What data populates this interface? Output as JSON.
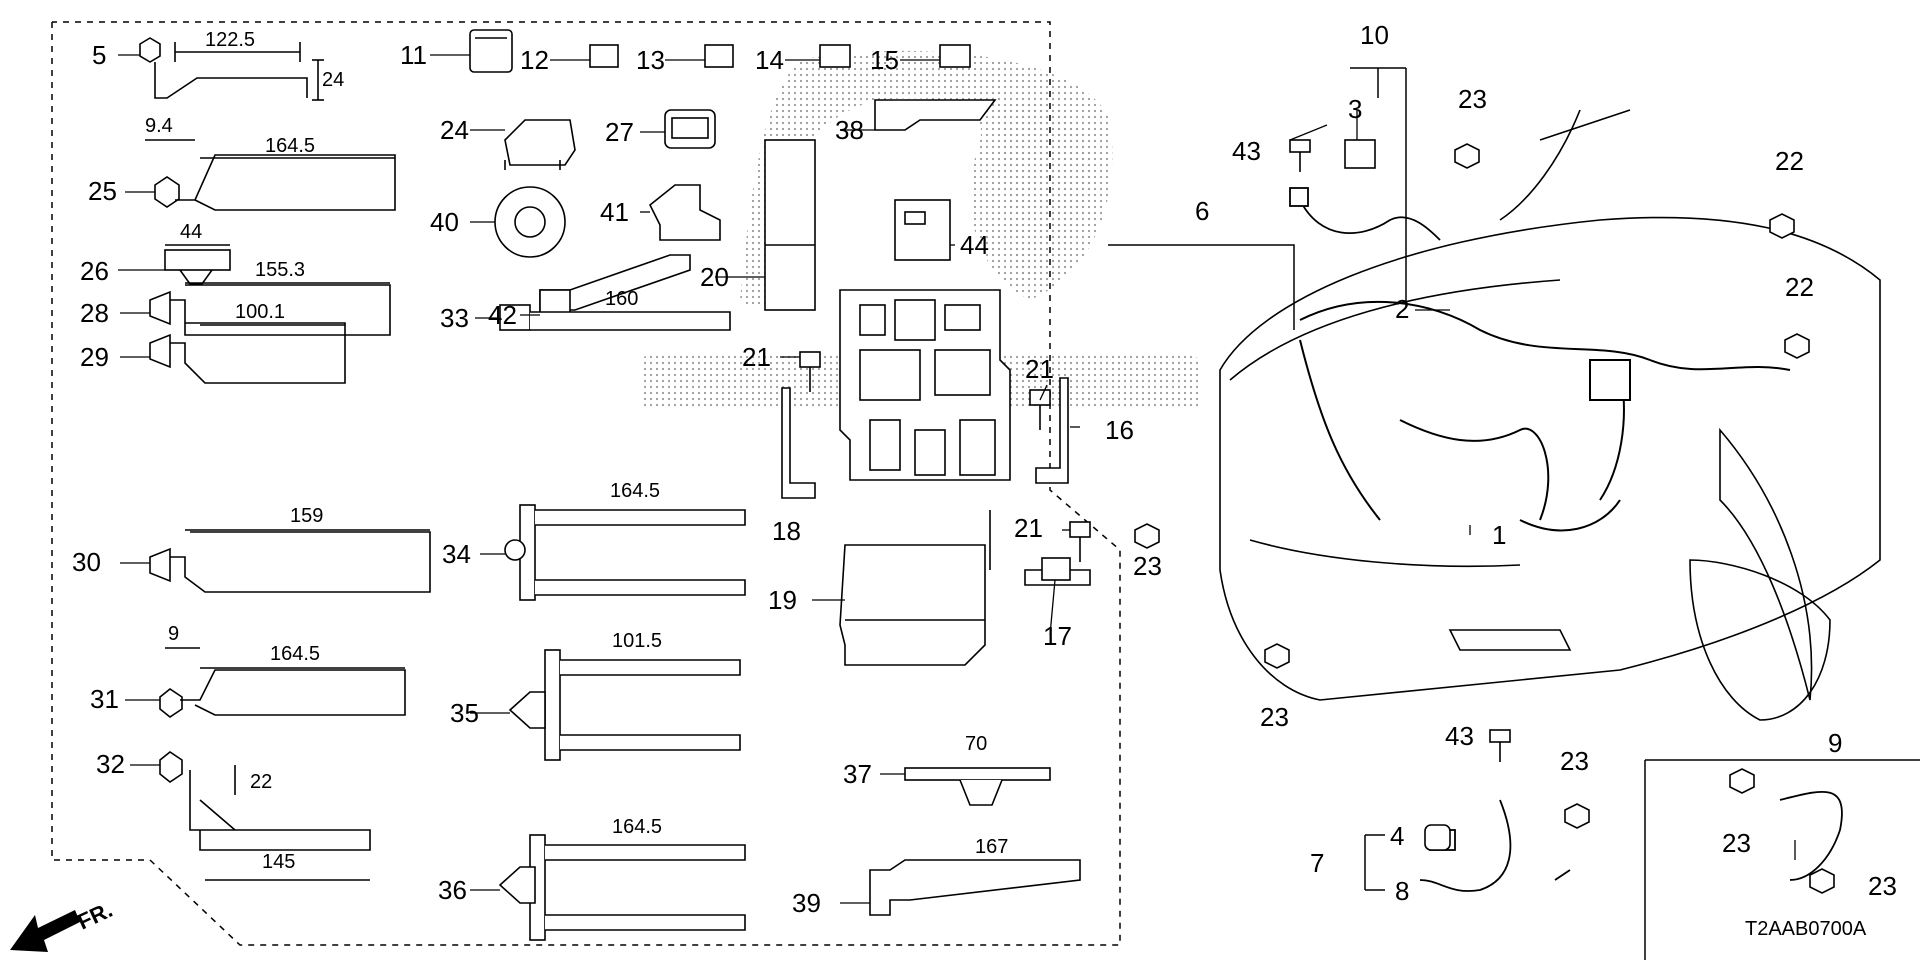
{
  "diagram_code": "T2AAB0700A",
  "front_indicator": "FR.",
  "dimensions": {
    "p5_len": "122.5",
    "p5_h": "24",
    "p25_w": "9.4",
    "p25_len": "164.5",
    "p26_len": "44",
    "p28_len": "155.3",
    "p29_len": "100.1",
    "p30_len": "159",
    "p31_w": "9",
    "p31_len": "164.5",
    "p32_h": "22",
    "p32_len": "145",
    "p33_len": "160",
    "p34_len": "164.5",
    "p35_len": "101.5",
    "p36_len": "164.5",
    "p37_len": "70",
    "p39_len": "167"
  },
  "callouts": {
    "c1": "1",
    "c2": "2",
    "c3": "3",
    "c4": "4",
    "c5": "5",
    "c6": "6",
    "c7": "7",
    "c8": "8",
    "c9": "9",
    "c10": "10",
    "c11": "11",
    "c12": "12",
    "c13": "13",
    "c14": "14",
    "c15": "15",
    "c16": "16",
    "c17": "17",
    "c18": "18",
    "c19": "19",
    "c20": "20",
    "c21": "21",
    "c22": "22",
    "c23": "23",
    "c24": "24",
    "c25": "25",
    "c26": "26",
    "c27": "27",
    "c28": "28",
    "c29": "29",
    "c30": "30",
    "c31": "31",
    "c32": "32",
    "c33": "33",
    "c34": "34",
    "c35": "35",
    "c36": "36",
    "c37": "37",
    "c38": "38",
    "c39": "39",
    "c40": "40",
    "c41": "41",
    "c42": "42",
    "c43": "43",
    "c44": "44"
  }
}
